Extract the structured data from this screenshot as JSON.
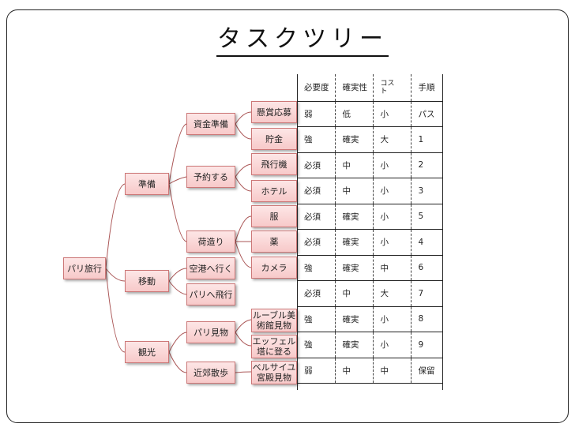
{
  "title": "タスクツリー",
  "tree": {
    "root": "パリ旅行",
    "level1": [
      "準備",
      "移動",
      "観光"
    ],
    "level2": [
      "資金準備",
      "予約する",
      "荷造り",
      "空港へ行く",
      "パリへ飛行",
      "パリ見物",
      "近郊散歩"
    ],
    "level3": [
      "懸賞応募",
      "貯金",
      "飛行機",
      "ホテル",
      "服",
      "薬",
      "カメラ",
      "ルーブル美\n術館見物",
      "エッフェル\n塔に登る",
      "ベルサイユ\n宮殿見物"
    ]
  },
  "table": {
    "headers": [
      "必要度",
      "確実性",
      "コスト",
      "手順"
    ],
    "rows": [
      [
        "弱",
        "低",
        "小",
        "パス"
      ],
      [
        "強",
        "確実",
        "大",
        "1"
      ],
      [
        "必須",
        "中",
        "小",
        "2"
      ],
      [
        "必須",
        "中",
        "小",
        "3"
      ],
      [
        "必須",
        "確実",
        "小",
        "5"
      ],
      [
        "必須",
        "確実",
        "小",
        "4"
      ],
      [
        "強",
        "確実",
        "中",
        "6"
      ],
      [
        "必須",
        "中",
        "大",
        "7"
      ],
      [
        "強",
        "確実",
        "小",
        "8"
      ],
      [
        "強",
        "確実",
        "小",
        "9"
      ],
      [
        "弱",
        "中",
        "中",
        "保留"
      ]
    ]
  },
  "colors": {
    "node_fill": "#f7c9c9",
    "node_border": "#cc7777",
    "connector": "#aa5555"
  }
}
